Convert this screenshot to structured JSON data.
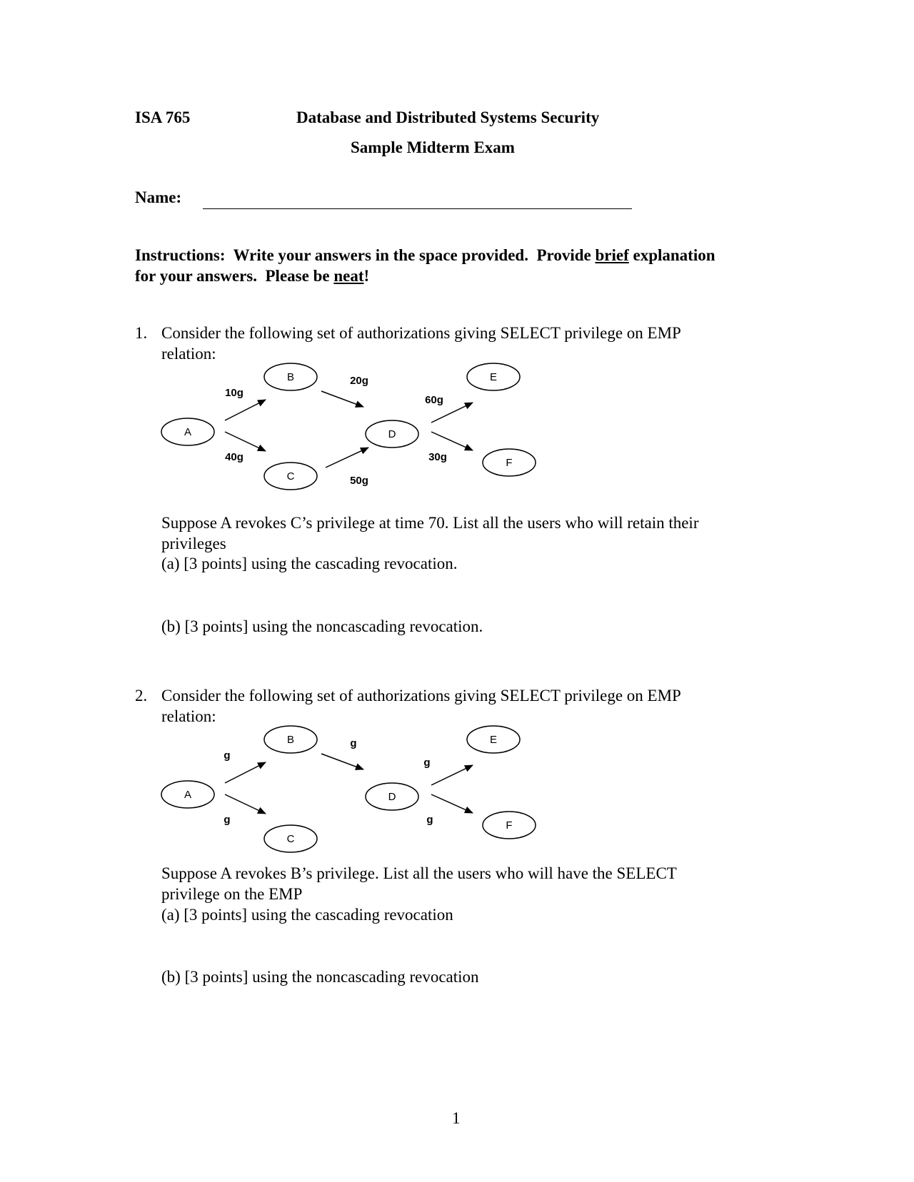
{
  "header": {
    "course": "ISA 765",
    "title": "Database and Distributed Systems Security",
    "subtitle": "Sample Midterm Exam"
  },
  "name_field": {
    "label": "Name:"
  },
  "instructions": {
    "label": "Instructions:",
    "part1": "  Write your answers in the space provided.  Provide ",
    "brief": "brief",
    "part2": " explanation",
    "line2_pre": "for your answers.  Please be ",
    "neat": "neat",
    "line2_post": "!"
  },
  "questions": [
    {
      "number": "1.",
      "prompt_line1": "Consider the following set of authorizations giving SELECT privilege on EMP",
      "prompt_line2": "relation:",
      "graph": {
        "nodes": [
          "A",
          "B",
          "C",
          "D",
          "E",
          "F"
        ],
        "edges": [
          {
            "from": "A",
            "to": "B",
            "label": "10g"
          },
          {
            "from": "A",
            "to": "C",
            "label": "40g"
          },
          {
            "from": "B",
            "to": "D",
            "label": "20g"
          },
          {
            "from": "C",
            "to": "D",
            "label": "50g"
          },
          {
            "from": "D",
            "to": "E",
            "label": "60g"
          },
          {
            "from": "D",
            "to": "F",
            "label": "30g"
          }
        ]
      },
      "scenario_line1": "Suppose A revokes C’s privilege at time 70.  List all the users who will retain their",
      "scenario_line2": "privileges",
      "part_a": "(a) [3 points] using the cascading revocation.",
      "part_b": "(b) [3 points] using the noncascading revocation."
    },
    {
      "number": "2.",
      "prompt_line1": "Consider the following set of authorizations giving SELECT privilege on EMP",
      "prompt_line2": "relation:",
      "graph": {
        "nodes": [
          "A",
          "B",
          "C",
          "D",
          "E",
          "F"
        ],
        "edges": [
          {
            "from": "A",
            "to": "B",
            "label": "g"
          },
          {
            "from": "A",
            "to": "C",
            "label": "g"
          },
          {
            "from": "B",
            "to": "D",
            "label": "g"
          },
          {
            "from": "D",
            "to": "E",
            "label": "g"
          },
          {
            "from": "D",
            "to": "F",
            "label": "g"
          }
        ]
      },
      "scenario_line1": "Suppose A revokes B’s privilege.  List all the users who will have the SELECT",
      "scenario_line2": "privilege on the EMP",
      "part_a": "(a) [3 points] using the cascading revocation",
      "part_b": "(b) [3 points] using the noncascading revocation"
    }
  ],
  "footer": {
    "page_number": "1"
  }
}
